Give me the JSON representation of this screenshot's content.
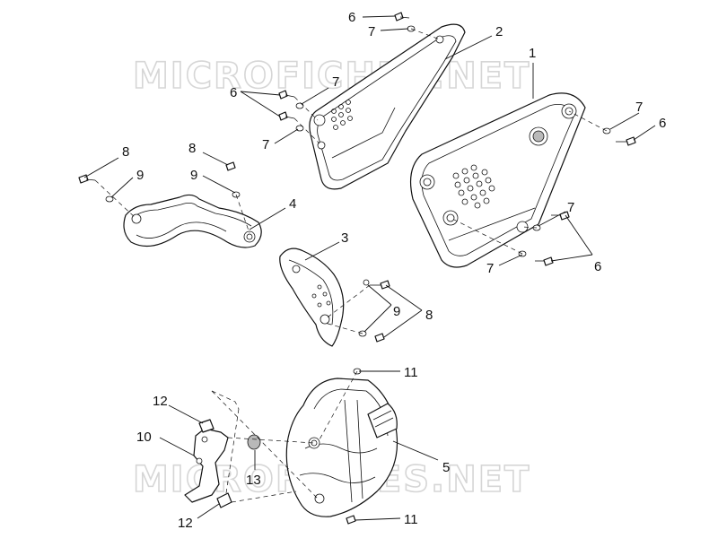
{
  "watermarks": [
    "MICROFICHES.NET",
    "MICROFICHES.NET"
  ],
  "callouts": {
    "c1": "1",
    "c2": "2",
    "c3": "3",
    "c4": "4",
    "c5": "5",
    "c6a": "6",
    "c6b": "6",
    "c6c": "6",
    "c6d": "6",
    "c7a": "7",
    "c7b": "7",
    "c7c": "7",
    "c7d": "7",
    "c7e": "7",
    "c7f": "7",
    "c8a": "8",
    "c8b": "8",
    "c8c": "8",
    "c9a": "9",
    "c9b": "9",
    "c9c": "9",
    "c10": "10",
    "c11a": "11",
    "c11b": "11",
    "c12a": "12",
    "c12b": "12",
    "c13": "13"
  }
}
